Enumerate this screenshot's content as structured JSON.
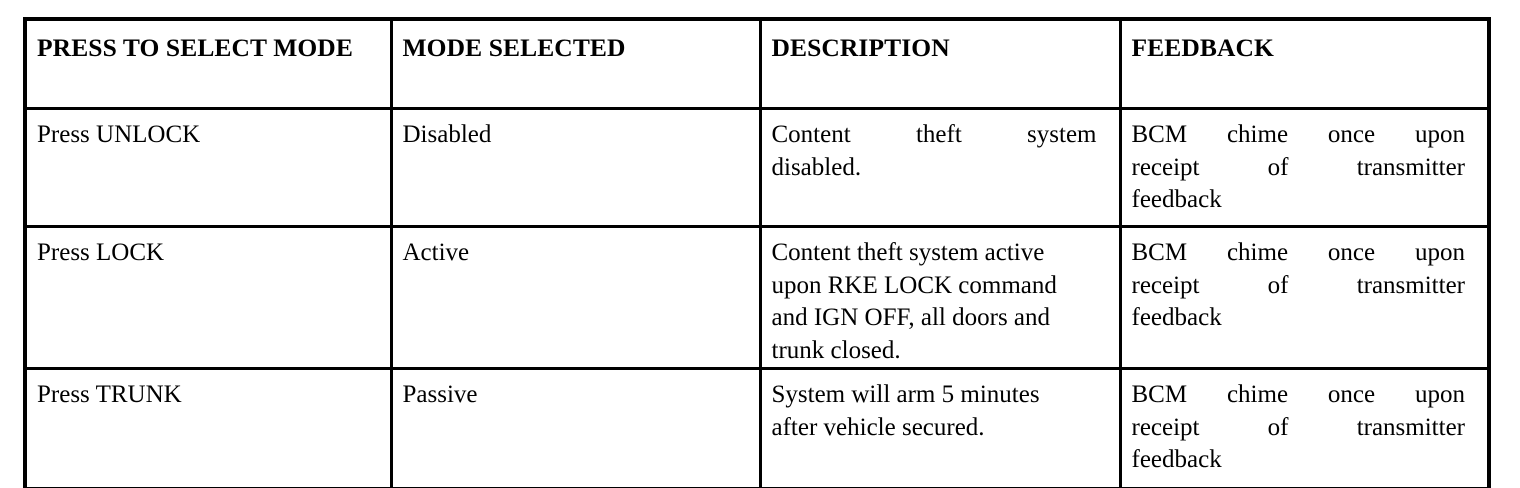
{
  "table": {
    "name": "content-theft-system-mode-selection-table",
    "columns": [
      {
        "key": "press",
        "header": "PRESS TO SELECT MODE"
      },
      {
        "key": "mode",
        "header": "MODE SELECTED"
      },
      {
        "key": "description",
        "header": "DESCRIPTION"
      },
      {
        "key": "feedback",
        "header": "FEEDBACK"
      }
    ],
    "header_lines": {
      "col1_line1": "PRESS TO SELECT",
      "col1_line2": "MODE",
      "col2_line1": "MODE SELECTED",
      "col3_line1": "DESCRIPTION",
      "col4_line1": "FEEDBACK"
    },
    "rows": [
      {
        "press": "Press UNLOCK",
        "mode": "Disabled",
        "description": "Content theft system disabled.",
        "description_lines": [
          "Content theft system",
          "disabled."
        ],
        "feedback": "BCM chime once upon receipt of transmitter feedback",
        "feedback_lines": [
          "BCM chime once upon",
          "receipt of transmitter",
          "feedback"
        ]
      },
      {
        "press": "Press LOCK",
        "mode": "Active",
        "description": "Content theft system active upon RKE LOCK command and IGN OFF, all doors and trunk closed.",
        "description_lines": [
          "Content theft system active",
          "upon RKE LOCK command",
          "and IGN OFF, all doors and",
          "trunk closed."
        ],
        "feedback": "BCM chime once upon receipt of transmitter feedback",
        "feedback_lines": [
          "BCM chime once upon",
          "receipt of transmitter",
          "feedback"
        ]
      },
      {
        "press": "Press TRUNK",
        "mode": "Passive",
        "description": "System will arm 5 minutes after vehicle secured.",
        "description_lines": [
          "System will arm 5 minutes",
          "after vehicle secured."
        ],
        "feedback": "BCM chime once upon receipt of transmitter feedback",
        "feedback_lines": [
          "BCM chime once upon",
          "receipt of transmitter",
          "feedback"
        ]
      }
    ]
  },
  "colors": {
    "page_background": "#ffffff",
    "text": "#000000",
    "rule": "#000000"
  }
}
